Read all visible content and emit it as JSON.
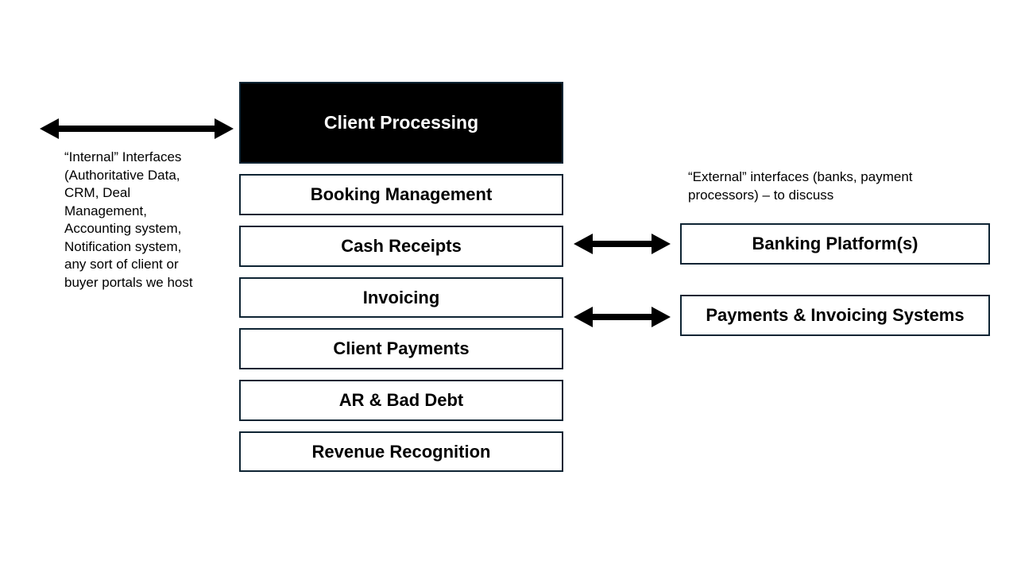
{
  "colors": {
    "header_fill": "#000000",
    "header_text": "#ffffff",
    "box_border": "#0e2433",
    "arrow": "#000000"
  },
  "center_column": {
    "header": "Client Processing",
    "items": [
      "Booking Management",
      "Cash Receipts",
      "Invoicing",
      "Client Payments",
      "AR & Bad Debt",
      "Revenue Recognition"
    ]
  },
  "internal_note": "“Internal” Interfaces (Authoritative Data, CRM, Deal Management, Accounting system, Notification system, any sort of client or buyer portals we host",
  "external_note": "“External” interfaces (banks, payment processors) – to discuss",
  "external_systems": [
    "Banking Platform(s)",
    "Payments & Invoicing Systems"
  ],
  "arrows": [
    {
      "name": "internal-interfaces-arrow",
      "direction": "bidirectional"
    },
    {
      "name": "banking-arrow",
      "direction": "bidirectional"
    },
    {
      "name": "payments-arrow",
      "direction": "bidirectional"
    }
  ]
}
